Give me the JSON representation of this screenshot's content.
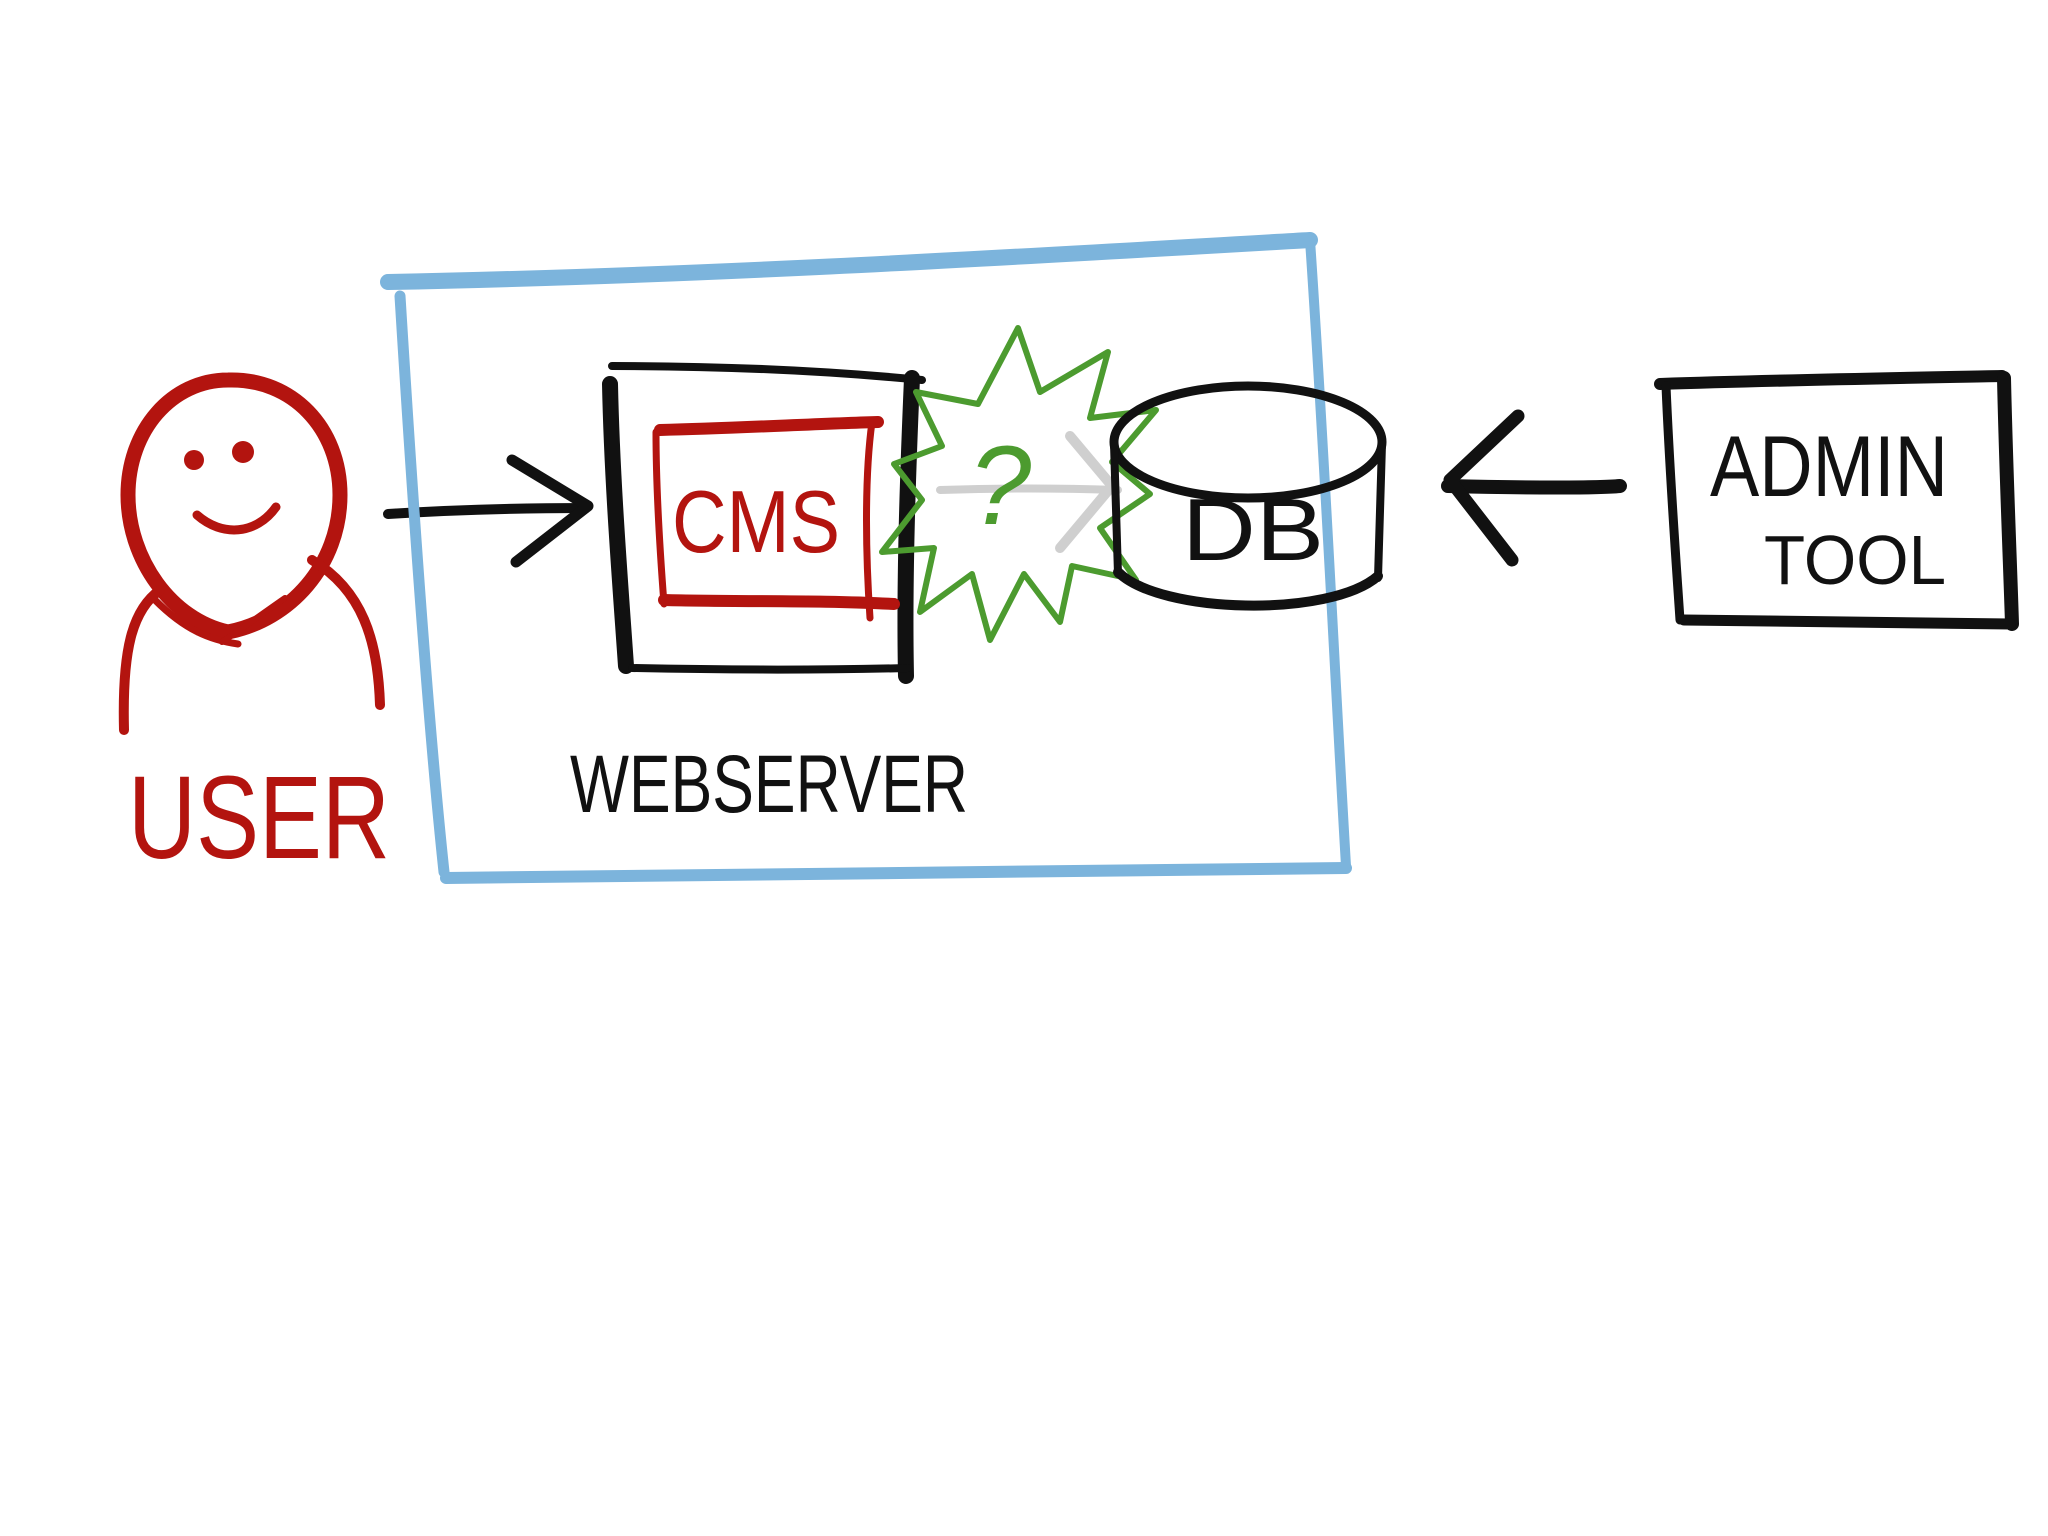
{
  "colors": {
    "user": "#b3140f",
    "ink": "#111111",
    "webserver_frame": "#7cb4dc",
    "question_burst": "#4c9b2f",
    "arrow_faint": "#cfcfcf",
    "background": "#ffffff"
  },
  "labels": {
    "user": "USER",
    "webserver": "WEBSERVER",
    "cms": "CMS",
    "db": "DB",
    "admin_line1": "ADMIN",
    "admin_line2": "TOOL",
    "question": "?"
  },
  "icons": {
    "user": "person-icon",
    "db": "database-icon",
    "burst": "starburst-icon"
  }
}
